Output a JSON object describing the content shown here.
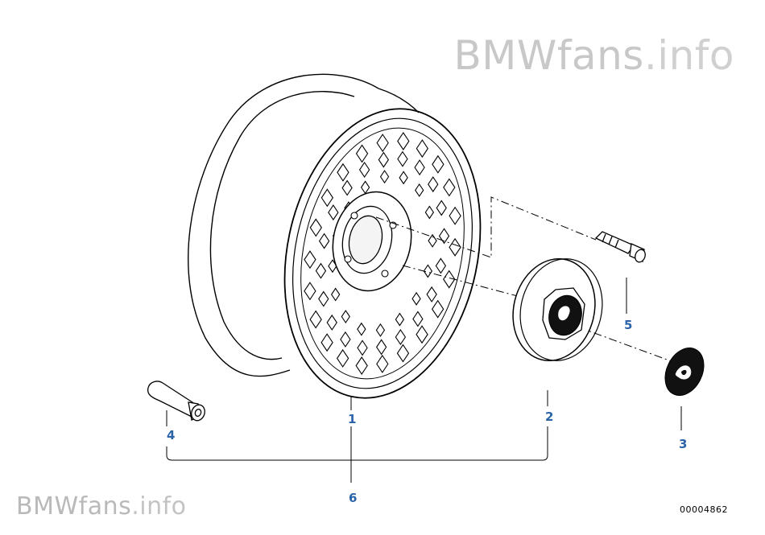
{
  "watermark": {
    "brand": "BMWfans",
    "suffix": ".info"
  },
  "watermark_bottom": {
    "brand": "BMWfans",
    "suffix": ".info"
  },
  "callouts": [
    "1",
    "2",
    "3",
    "4",
    "5",
    "6"
  ],
  "reference_number": "00004862",
  "colors": {
    "callout": "#2b63a8",
    "line": "#000000",
    "watermark": "#c8c8c8"
  }
}
